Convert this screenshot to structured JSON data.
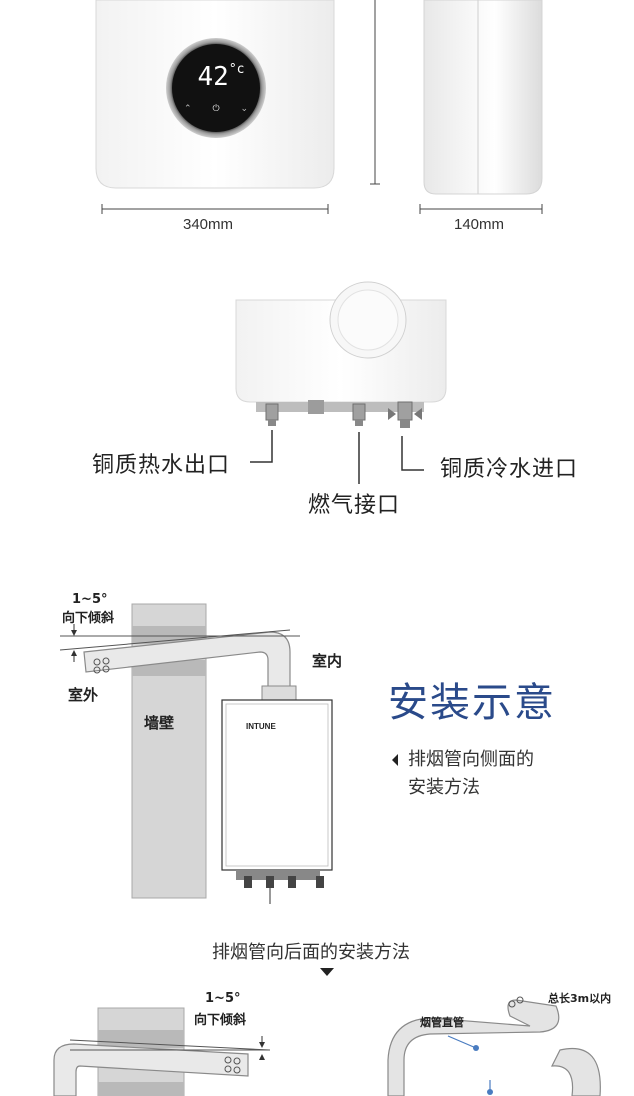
{
  "dimensions": {
    "width_label": "340mm",
    "depth_label": "140mm"
  },
  "display": {
    "temperature": "42",
    "unit": "°c"
  },
  "ports": {
    "hot_water_outlet": "铜质热水出口",
    "gas_inlet": "燃气接口",
    "cold_water_inlet": "铜质冷水进口"
  },
  "side_install": {
    "angle_label": "1~5°",
    "tilt_label": "向下倾斜",
    "outdoor_label": "室外",
    "indoor_label": "室内",
    "wall_label": "墙壁",
    "brand_label": "INTUNE",
    "heading": "安装示意",
    "description_line1": "排烟管向侧面的",
    "description_line2": "安装方法"
  },
  "back_install": {
    "heading": "排烟管向后面的安装方法",
    "angle_label": "1~5°",
    "tilt_label": "向下倾斜",
    "pipe_label": "烟管直管",
    "length_label": "总长3m以内"
  },
  "colors": {
    "accent_blue": "#2a4a8a",
    "wall_gray": "#d4d4d4",
    "pipe_gray": "#e6e6e6"
  }
}
